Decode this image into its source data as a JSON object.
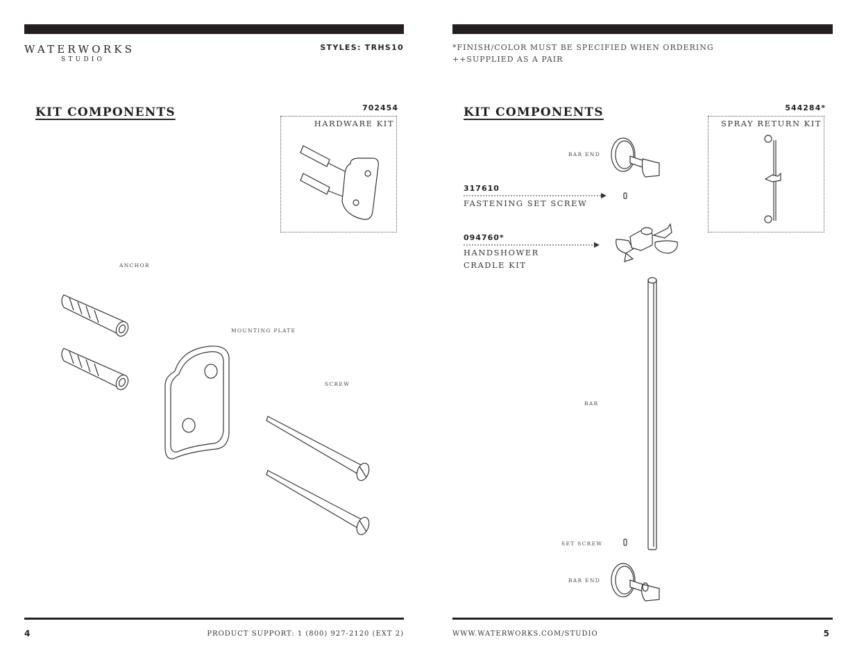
{
  "left_page": {
    "logo": {
      "name": "WATERWORKS",
      "sub": "STUDIO"
    },
    "styles_label": "STYLES: TRHS10",
    "section_title": "KIT COMPONENTS",
    "kit": {
      "part_number": "702454",
      "name": "HARDWARE KIT"
    },
    "labels": {
      "anchor": "ANCHOR",
      "mounting_plate": "MOUNTING PLATE",
      "screw": "SCREW"
    },
    "footer": {
      "page_number": "4",
      "support": "PRODUCT SUPPORT: 1 (800) 927-2120 (EXT 2)"
    }
  },
  "right_page": {
    "notes": [
      "*FINISH/COLOR MUST BE SPECIFIED WHEN ORDERING",
      "++SUPPLIED AS A PAIR"
    ],
    "section_title": "KIT COMPONENTS",
    "kit": {
      "part_number": "544284*",
      "name": "SPRAY RETURN KIT"
    },
    "fastening": {
      "part_number": "317610",
      "name": "FASTENING SET SCREW"
    },
    "cradle": {
      "part_number": "094760*",
      "name_line1": "HANDSHOWER",
      "name_line2": "CRADLE KIT"
    },
    "labels": {
      "bar_end_top": "BAR END",
      "bar": "BAR",
      "set_screw": "SET SCREW",
      "bar_end_bottom": "BAR END"
    },
    "footer": {
      "website": "WWW.WATERWORKS.COM/STUDIO",
      "page_number": "5"
    }
  }
}
